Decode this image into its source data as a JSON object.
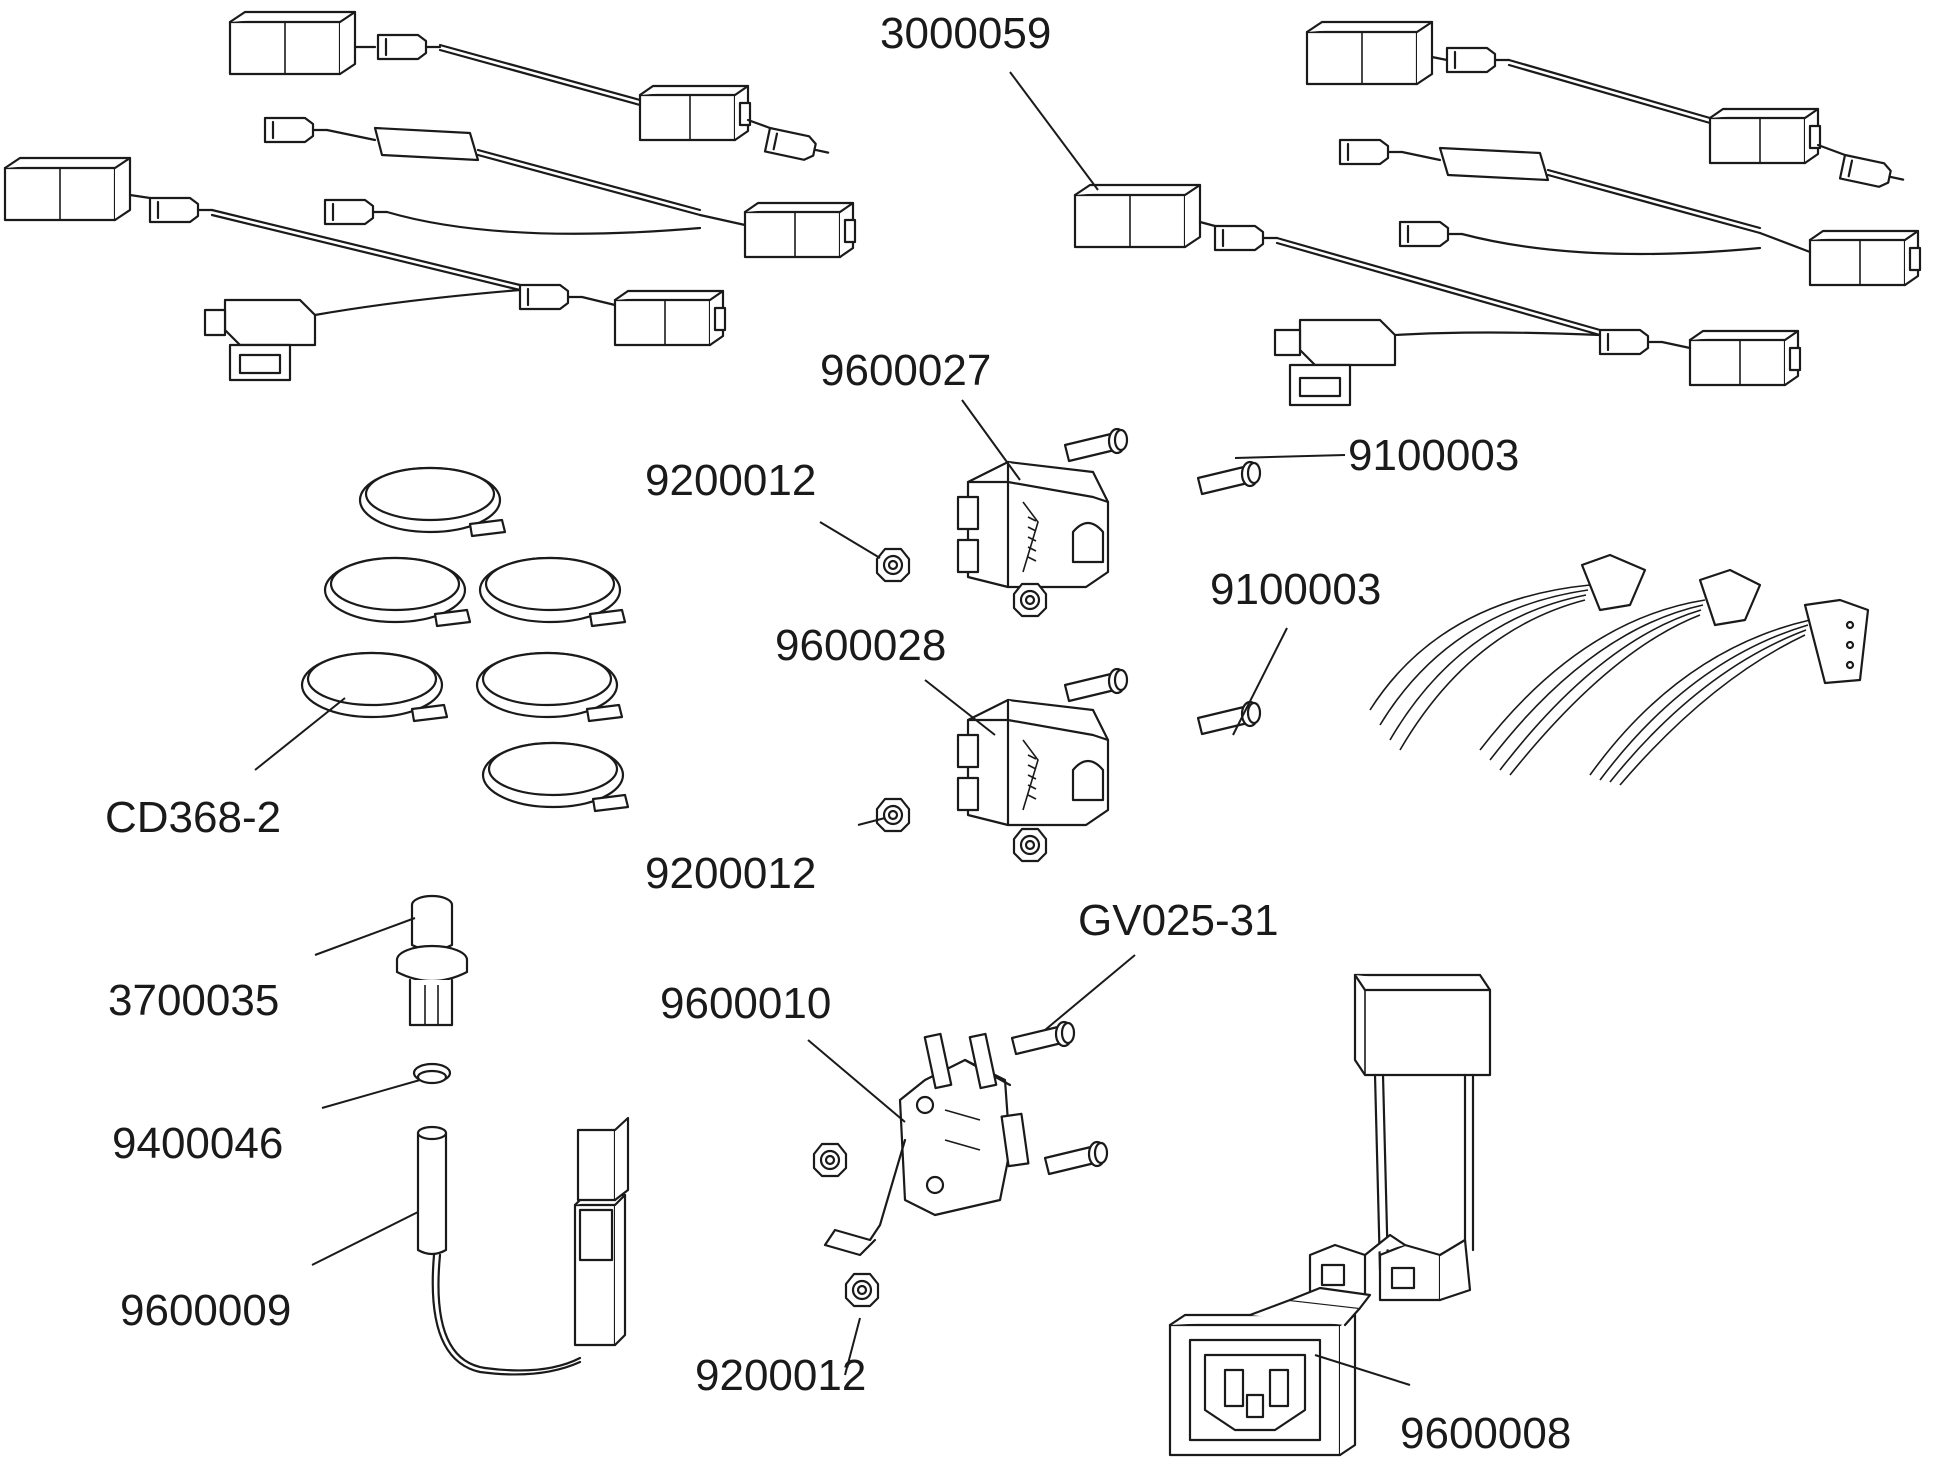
{
  "labels": {
    "p3000059": "3000059",
    "p9600027": "9600027",
    "p9100003a": "9100003",
    "p9200012a": "9200012",
    "p9100003b": "9100003",
    "p9600028": "9600028",
    "pCD3682": "CD368-2",
    "p9200012b": "9200012",
    "pGV02531": "GV025-31",
    "p3700035": "3700035",
    "p9600010": "9600010",
    "p9400046": "9400046",
    "p9600009": "9600009",
    "p9200012c": "9200012",
    "p9600008": "9600008"
  },
  "colors": {
    "line": "#1a1a1a",
    "background": "#ffffff"
  }
}
